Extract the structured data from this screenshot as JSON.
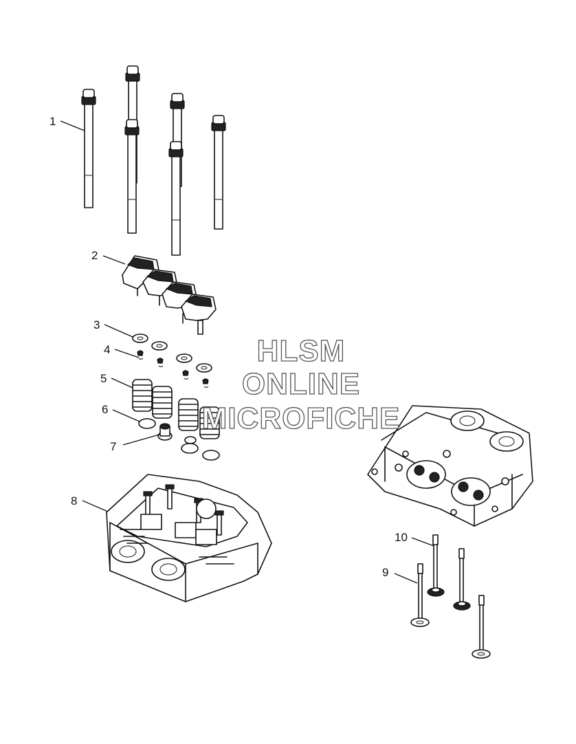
{
  "callouts": [
    {
      "label": "1"
    },
    {
      "label": "2"
    },
    {
      "label": "3"
    },
    {
      "label": "4"
    },
    {
      "label": "5"
    },
    {
      "label": "6"
    },
    {
      "label": "7"
    },
    {
      "label": "8"
    },
    {
      "label": "9"
    },
    {
      "label": "10"
    }
  ],
  "watermark": {
    "line1": "HLSM",
    "line2": "ONLINE",
    "line3": "MICROFICHE"
  }
}
